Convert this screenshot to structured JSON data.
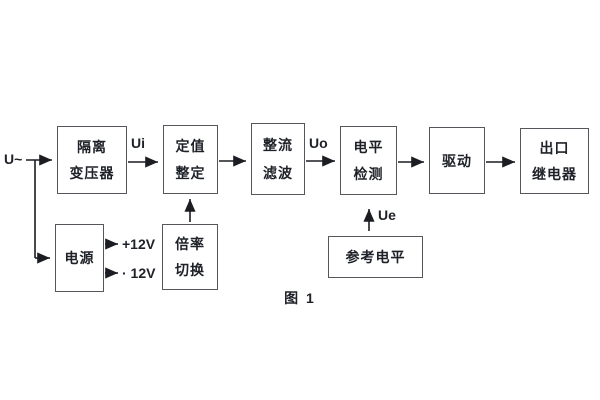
{
  "figure": {
    "caption": "图 1",
    "background_color": "#ffffff",
    "line_color": "#1b1d22",
    "box_border_color": "#54575c",
    "text_color": "#1e2127"
  },
  "labels": {
    "input_voltage": "U~",
    "ui": "Ui",
    "uo": "Uo",
    "ue": "Ue",
    "rail_positive": "+12V",
    "rail_negative": "· 12V"
  },
  "boxes": {
    "isolation_transformer": {
      "line1": "隔离",
      "line2": "变压器"
    },
    "setpoint_setting": {
      "line1": "定值",
      "line2": "整定"
    },
    "rectifier_filter": {
      "line1": "整流",
      "line2": "滤波"
    },
    "level_detection": {
      "line1": "电平",
      "line2": "检测"
    },
    "driver": {
      "line1": "驱动"
    },
    "output_relay": {
      "line1": "出口",
      "line2": "继电器"
    },
    "power_supply": {
      "line1": "电源"
    },
    "ratio_switch": {
      "line1": "倍率",
      "line2": "切换"
    },
    "reference_level": {
      "line1": "参考电平"
    }
  }
}
